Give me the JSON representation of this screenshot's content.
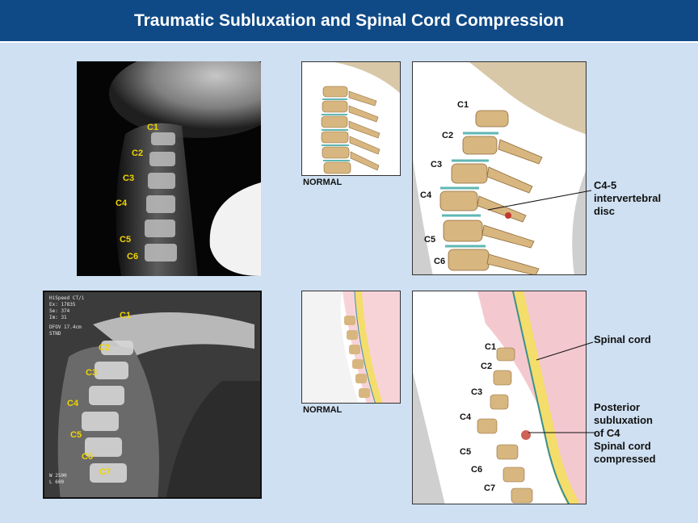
{
  "title": "Traumatic Subluxation and Spinal Cord Compression",
  "xray_labels": [
    "C1",
    "C2",
    "C3",
    "C4",
    "C5",
    "C6"
  ],
  "ct_labels": [
    "C1",
    "C2",
    "C3",
    "C4",
    "C5",
    "C6",
    "C7"
  ],
  "ct_overlay": [
    "HiSpeed CT/i",
    "Ex: 17835",
    "Se: 374",
    "Im: 31",
    "DFOV 17.4cm",
    "STND",
    "W 2500",
    "L 600"
  ],
  "normal_caption_top": "NORMAL",
  "normal_caption_bottom": "NORMAL",
  "top_illus_labels": [
    "C1",
    "C2",
    "C3",
    "C4",
    "C5",
    "C6"
  ],
  "bottom_illus_labels": [
    "C1",
    "C2",
    "C3",
    "C4",
    "C5",
    "C6",
    "C7"
  ],
  "callout_disc": [
    "C4-5",
    "intervertebral",
    "disc"
  ],
  "callout_spinal_cord": "Spinal cord",
  "callout_subluxation": [
    "Posterior",
    "subluxation",
    "of C4",
    "Spinal cord",
    "compressed"
  ],
  "colors": {
    "header": "#0f4a86",
    "background": "#cfe0f2",
    "xray_label": "#f1d400",
    "bone": "#d9bc8a",
    "disc": "#5fb7b3",
    "cord": "#f4dd6a",
    "csf": "#3a8f95"
  }
}
